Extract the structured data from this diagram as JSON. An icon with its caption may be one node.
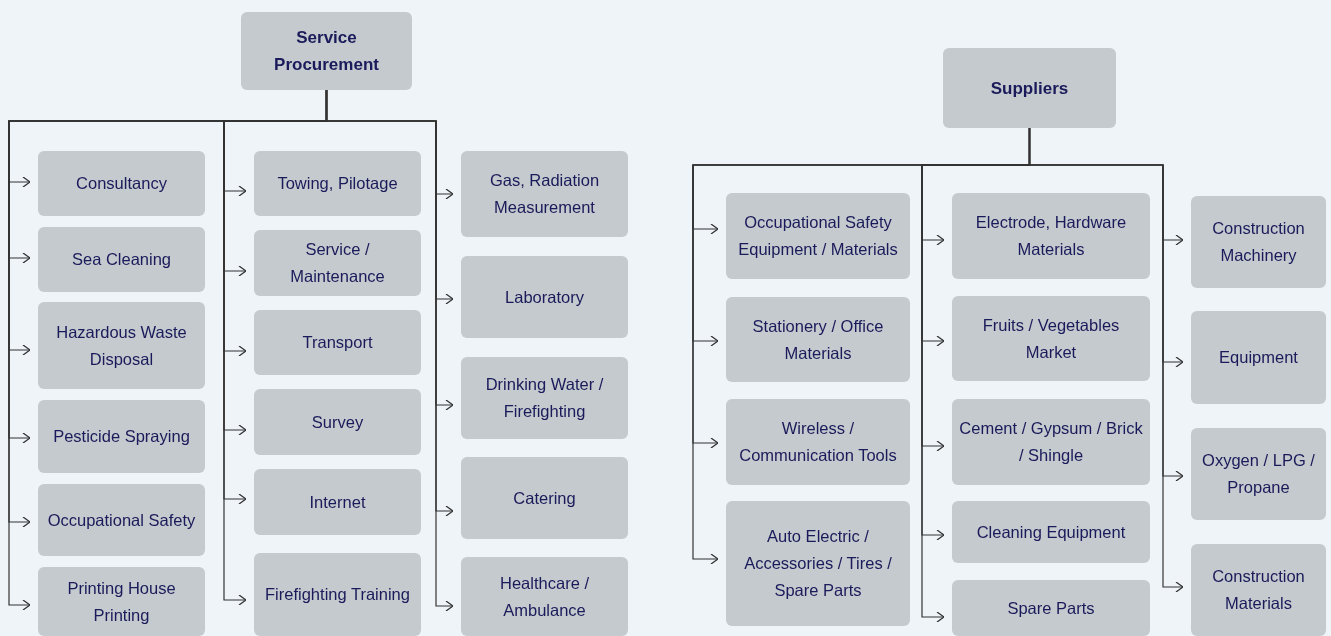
{
  "diagram": {
    "nodes": [
      {
        "text": [
          "Service Procurement"
        ]
      },
      {
        "text": [
          "Consultancy"
        ]
      },
      {
        "text": [
          "Sea Cleaning"
        ]
      },
      {
        "text": [
          "Hazardous Waste Disposal"
        ]
      },
      {
        "text": [
          "Pesticide Spraying"
        ]
      },
      {
        "text": [
          "Occupational Safety"
        ]
      },
      {
        "text": [
          "Printing House Printing"
        ]
      },
      {
        "text": [
          "Towing, Pilotage"
        ]
      },
      {
        "text": [
          "Service / Maintenance"
        ]
      },
      {
        "text": [
          "Transport"
        ]
      },
      {
        "text": [
          "Survey"
        ]
      },
      {
        "text": [
          "Internet"
        ]
      },
      {
        "text": [
          "Firefighting Training"
        ]
      },
      {
        "text": [
          "Gas, Radiation Measurement"
        ]
      },
      {
        "text": [
          "Laboratory"
        ]
      },
      {
        "text": [
          "Drinking Water / Firefighting"
        ]
      },
      {
        "text": [
          "Catering"
        ]
      },
      {
        "text": [
          "Healthcare / Ambulance"
        ]
      },
      {
        "text": [
          "Suppliers"
        ]
      },
      {
        "text": [
          "Occupational Safety Equipment / Materials"
        ]
      },
      {
        "text": [
          "Stationery / Office Materials"
        ]
      },
      {
        "text": [
          "Wireless / Communication Tools"
        ]
      },
      {
        "text": [
          "Auto Electric / Accessories / Tires / Spare Parts"
        ]
      },
      {
        "text": [
          "Electrode, Hardware Materials"
        ]
      },
      {
        "text": [
          "Fruits / Vegetables Market"
        ]
      },
      {
        "text": [
          "Cement / Gypsum / Brick / Shingle"
        ]
      },
      {
        "text": [
          "Cleaning Equipment"
        ]
      },
      {
        "text": [
          "Spare Parts"
        ]
      },
      {
        "text": [
          "Construction Machinery"
        ]
      },
      {
        "text": [
          "Equipment"
        ]
      },
      {
        "text": [
          "Oxygen / LPG / Propane"
        ]
      },
      {
        "text": [
          "Construction Materials"
        ]
      }
    ],
    "edges": [
      {
        "from": 0,
        "to": 1,
        "arrow": "to"
      },
      {
        "from": 0,
        "to": 2,
        "arrow": "to"
      },
      {
        "from": 0,
        "to": 3,
        "arrow": "to"
      },
      {
        "from": 0,
        "to": 4,
        "arrow": "to"
      },
      {
        "from": 0,
        "to": 5,
        "arrow": "to"
      },
      {
        "from": 0,
        "to": 6,
        "arrow": "to"
      },
      {
        "from": 0,
        "to": 7,
        "arrow": "to"
      },
      {
        "from": 0,
        "to": 8,
        "arrow": "to"
      },
      {
        "from": 0,
        "to": 9,
        "arrow": "to"
      },
      {
        "from": 0,
        "to": 10,
        "arrow": "to"
      },
      {
        "from": 0,
        "to": 11,
        "arrow": "to"
      },
      {
        "from": 0,
        "to": 12,
        "arrow": "to"
      },
      {
        "from": 0,
        "to": 13,
        "arrow": "to"
      },
      {
        "from": 0,
        "to": 14,
        "arrow": "to"
      },
      {
        "from": 0,
        "to": 15,
        "arrow": "to"
      },
      {
        "from": 0,
        "to": 16,
        "arrow": "to"
      },
      {
        "from": 0,
        "to": 17,
        "arrow": "to"
      },
      {
        "from": 18,
        "to": 19,
        "arrow": "to"
      },
      {
        "from": 18,
        "to": 20,
        "arrow": "to"
      },
      {
        "from": 18,
        "to": 21,
        "arrow": "to"
      },
      {
        "from": 18,
        "to": 22,
        "arrow": "to"
      },
      {
        "from": 18,
        "to": 23,
        "arrow": "to"
      },
      {
        "from": 18,
        "to": 24,
        "arrow": "to"
      },
      {
        "from": 18,
        "to": 25,
        "arrow": "to"
      },
      {
        "from": 18,
        "to": 26,
        "arrow": "to"
      },
      {
        "from": 18,
        "to": 27,
        "arrow": "to"
      },
      {
        "from": 18,
        "to": 28,
        "arrow": "to"
      },
      {
        "from": 18,
        "to": 29,
        "arrow": "to"
      },
      {
        "from": 18,
        "to": 30,
        "arrow": "to"
      },
      {
        "from": 18,
        "to": 31,
        "arrow": "to"
      }
    ]
  }
}
